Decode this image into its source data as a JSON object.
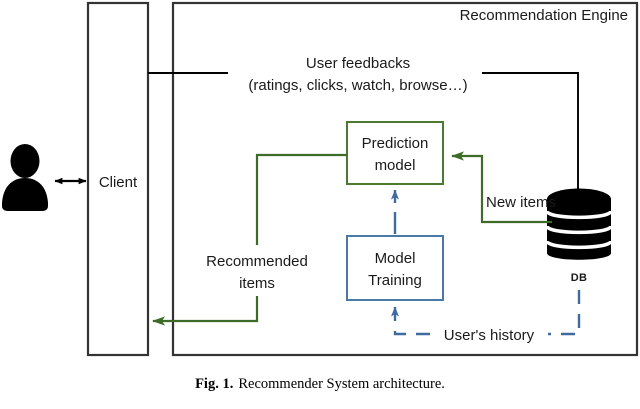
{
  "figure": {
    "caption_number": "Fig. 1.",
    "caption_text": "Recommender System architecture."
  },
  "diagram": {
    "type": "block-flow-architecture",
    "outer_frame_label": "Recommendation Engine",
    "actor": {
      "icon": "user-person-icon",
      "label": ""
    },
    "nodes": [
      {
        "id": "client",
        "label": "Client",
        "shape": "rectangle",
        "border_color": "#333333"
      },
      {
        "id": "prediction-model",
        "label_line1": "Prediction",
        "label_line2": "model",
        "shape": "rectangle",
        "border_color": "#4d7a30"
      },
      {
        "id": "model-training",
        "label_line1": "Model",
        "label_line2": "Training",
        "shape": "rectangle",
        "border_color": "#4a78a8"
      },
      {
        "id": "database",
        "label": "DB",
        "shape": "cylinder",
        "fill_color": "#000000"
      }
    ],
    "edges": [
      {
        "id": "user-client",
        "label": "",
        "style": "solid",
        "color": "#000000",
        "arrow": "both"
      },
      {
        "id": "user-feedbacks",
        "label_line1": "User feedbacks",
        "label_line2": "(ratings, clicks, watch, browse…)",
        "style": "solid",
        "color": "#000000",
        "arrow": "end"
      },
      {
        "id": "new-items",
        "label": "New items",
        "style": "solid",
        "color": "#4d7a30",
        "arrow": "end"
      },
      {
        "id": "recommended-items",
        "label_line1": "Recommended",
        "label_line2": "items",
        "style": "solid",
        "color": "#4d7a30",
        "arrow": "end"
      },
      {
        "id": "users-history",
        "label": "User's history",
        "style": "dashed",
        "color": "#4a78a8",
        "arrow": "end"
      },
      {
        "id": "training-to-prediction",
        "label": "",
        "style": "dashed",
        "color": "#4a78a8",
        "arrow": "end"
      }
    ],
    "colors": {
      "green": "#4d7a30",
      "blue": "#4a78a8",
      "black": "#000000",
      "frame": "#333333"
    }
  }
}
